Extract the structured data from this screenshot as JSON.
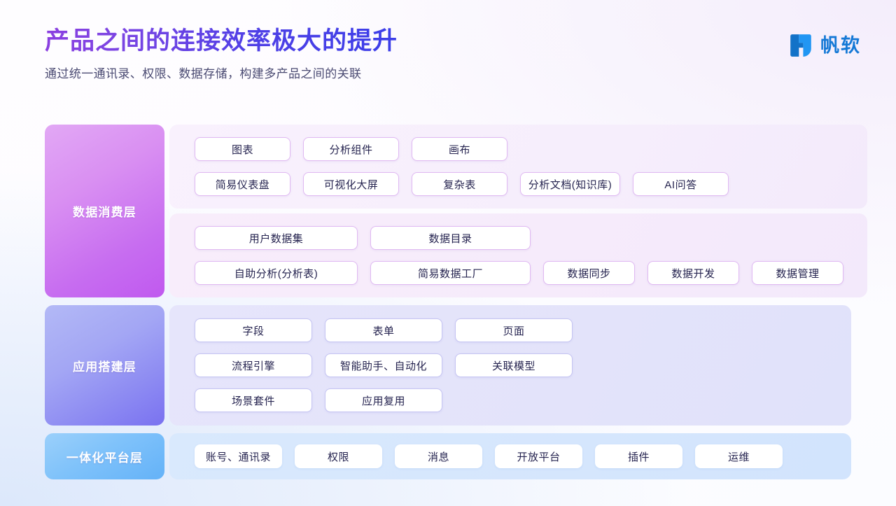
{
  "header": {
    "title": "产品之间的连接效率极大的提升",
    "subtitle": "通过统一通讯录、权限、数据存储，构建多产品之间的关联"
  },
  "logo": {
    "icon_name": "fanruan-logo-icon",
    "text": "帆软",
    "color": "#1579d6"
  },
  "colors": {
    "title_gradient_start": "#8b3fe0",
    "title_gradient_end": "#3b3ee8",
    "subtitle": "#4a4a72",
    "chip_text": "#262450",
    "tier_consume": "#c76df0",
    "tier_app": "#8b88f2",
    "tier_platform": "#64b2f8"
  },
  "tiers": [
    {
      "label": "数据消费层",
      "accent": "#c76df0",
      "panels": [
        {
          "rows": [
            [
              "图表",
              "分析组件",
              "画布"
            ],
            [
              "简易仪表盘",
              "可视化大屏",
              "复杂表",
              "分析文档(知识库)",
              "AI问答"
            ]
          ]
        },
        {
          "rows": [
            [
              "用户数据集",
              "数据目录"
            ],
            [
              "自助分析(分析表)",
              "简易数据工厂",
              "数据同步",
              "数据开发",
              "数据管理"
            ]
          ]
        }
      ]
    },
    {
      "label": "应用搭建层",
      "accent": "#8b88f2",
      "panels": [
        {
          "rows": [
            [
              "字段",
              "表单",
              "页面"
            ],
            [
              "流程引擎",
              "智能助手、自动化",
              "关联模型"
            ],
            [
              "场景套件",
              "应用复用"
            ]
          ]
        }
      ]
    },
    {
      "label": "一体化平台层",
      "accent": "#64b2f8",
      "panels": [
        {
          "rows": [
            [
              "账号、通讯录",
              "权限",
              "消息",
              "开放平台",
              "插件",
              "运维"
            ]
          ]
        }
      ]
    }
  ]
}
